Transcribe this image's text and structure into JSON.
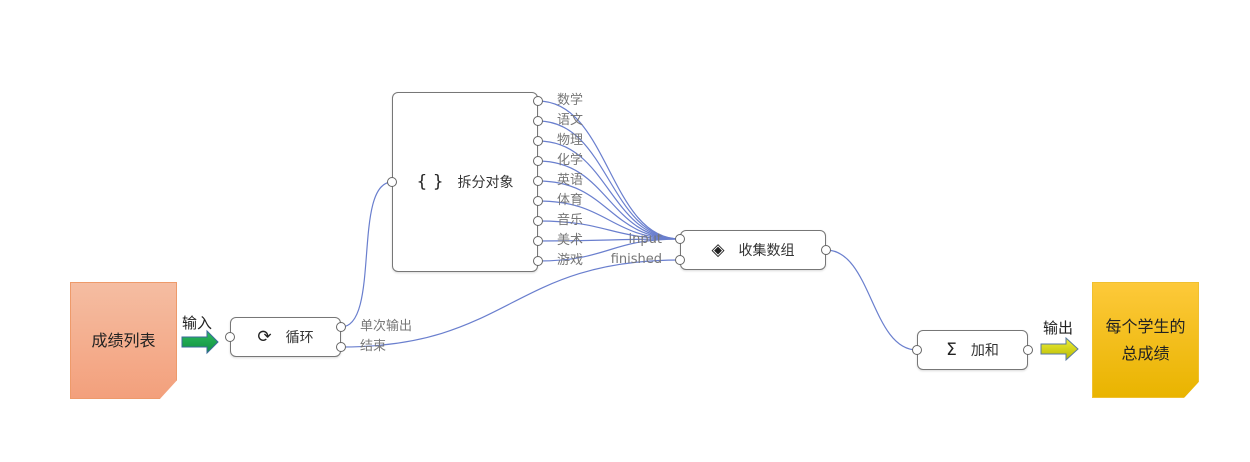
{
  "notes": {
    "input": "成绩列表",
    "output": "每个学生的总成绩"
  },
  "edge_labels": {
    "input": "输入",
    "output": "输出"
  },
  "nodes": {
    "loop": {
      "title": "循环",
      "icon": "loop-icon",
      "outputs": [
        "单次输出",
        "结束"
      ]
    },
    "split": {
      "title": "拆分对象",
      "icon": "{ }",
      "outputs": [
        "数学",
        "语文",
        "物理",
        "化学",
        "英语",
        "体育",
        "音乐",
        "美术",
        "游戏"
      ]
    },
    "collect": {
      "title": "收集数组",
      "icon": "layers-icon",
      "inputs": [
        "input",
        "finished"
      ]
    },
    "sum": {
      "title": "加和",
      "icon": "Σ"
    }
  },
  "colors": {
    "edge": "#6a7fce"
  }
}
